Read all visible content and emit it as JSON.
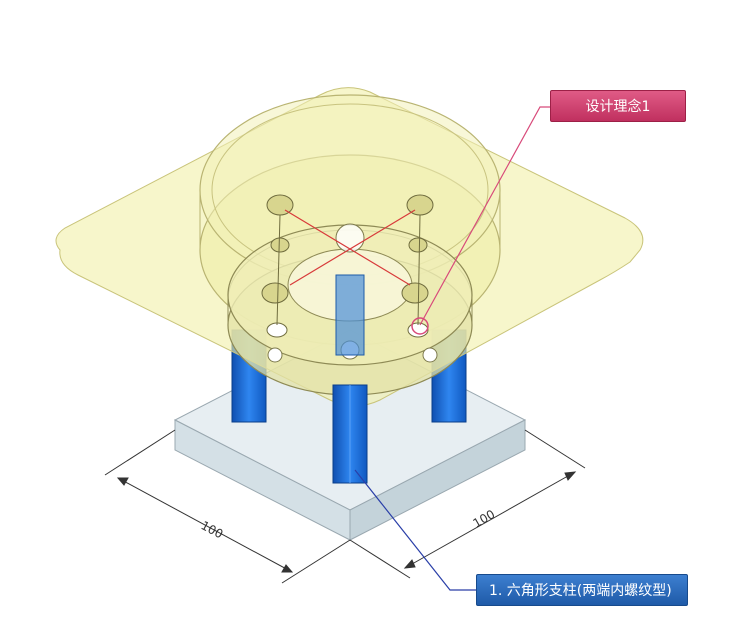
{
  "callouts": {
    "design_concept": "设计理念1",
    "part_1": "1. 六角形支柱(两端内螺纹型)"
  },
  "dimensions": {
    "left": "100",
    "right": "100"
  },
  "colors": {
    "pillar": "#1e6fd9",
    "plate_top": "#e4ecf0",
    "translucent_body": "#f2f0a8",
    "pink_accent": "#d84a7a",
    "blue_accent": "#2463b5"
  }
}
